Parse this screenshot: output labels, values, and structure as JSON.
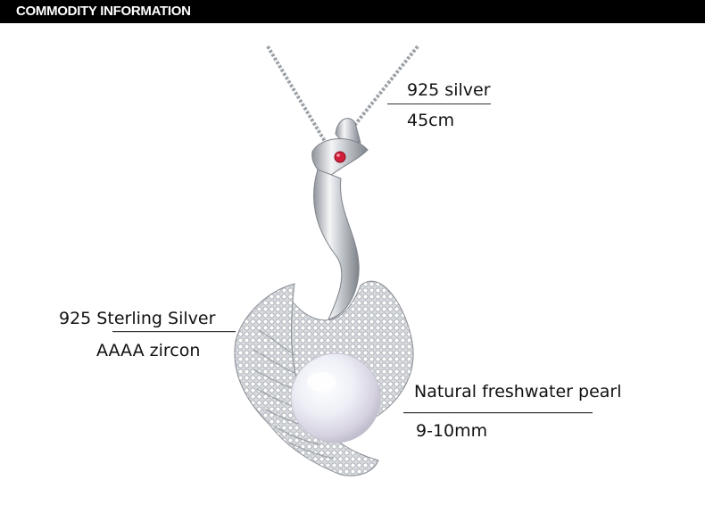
{
  "header": {
    "title": "COMMODITY INFORMATION"
  },
  "product_image": {
    "description_icon": "pearl-pendant-necklace",
    "colors": {
      "silver": "#c9ccd1",
      "pearl": "#eceef5",
      "ruby": "#d0203a"
    }
  },
  "annotations": {
    "chain_material": "925 silver",
    "chain_length": "45cm",
    "body_material": "925 Sterling Silver",
    "stone": "AAAA zircon",
    "pearl_type": "Natural freshwater pearl",
    "pearl_size": "9-10mm"
  }
}
